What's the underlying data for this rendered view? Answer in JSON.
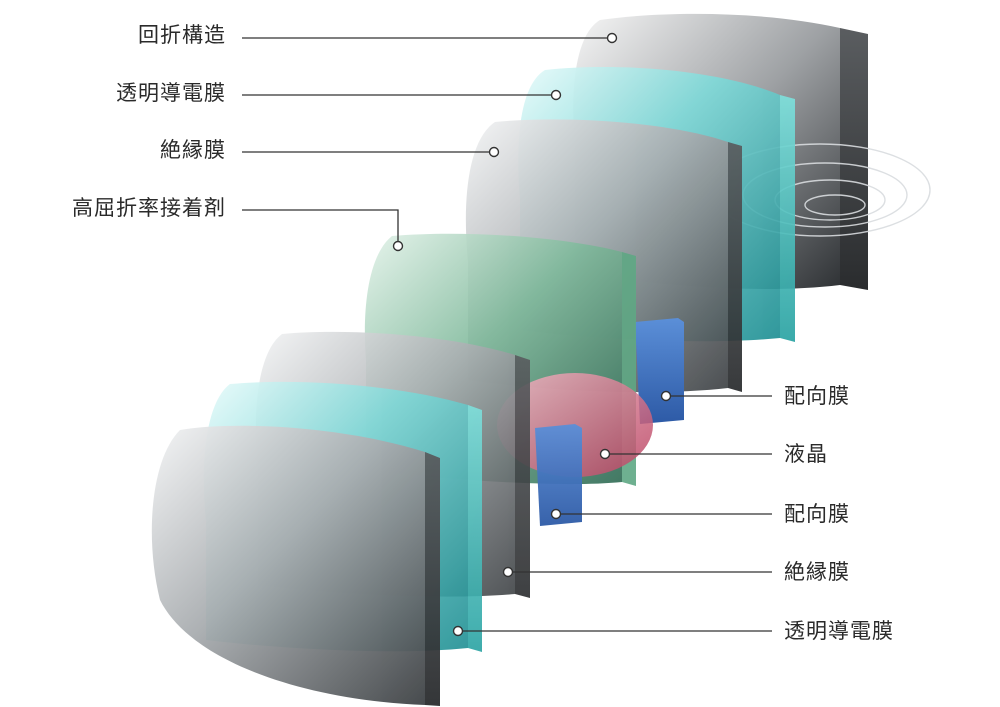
{
  "labels_left": [
    "回折構造",
    "透明導電膜",
    "絶縁膜",
    "高屈折率接着剤"
  ],
  "labels_right": [
    "配向膜",
    "液晶",
    "配向膜",
    "絶縁膜",
    "透明導電膜"
  ],
  "colors": {
    "glass_gray": "#8a8d8f",
    "glass_teal": "#3fc1c0",
    "adhesive_green": "#4f9a78",
    "alignment_blue": "#3b6fc0",
    "liquid_crystal_pink": "#c8506e",
    "leader_line": "#333333"
  }
}
